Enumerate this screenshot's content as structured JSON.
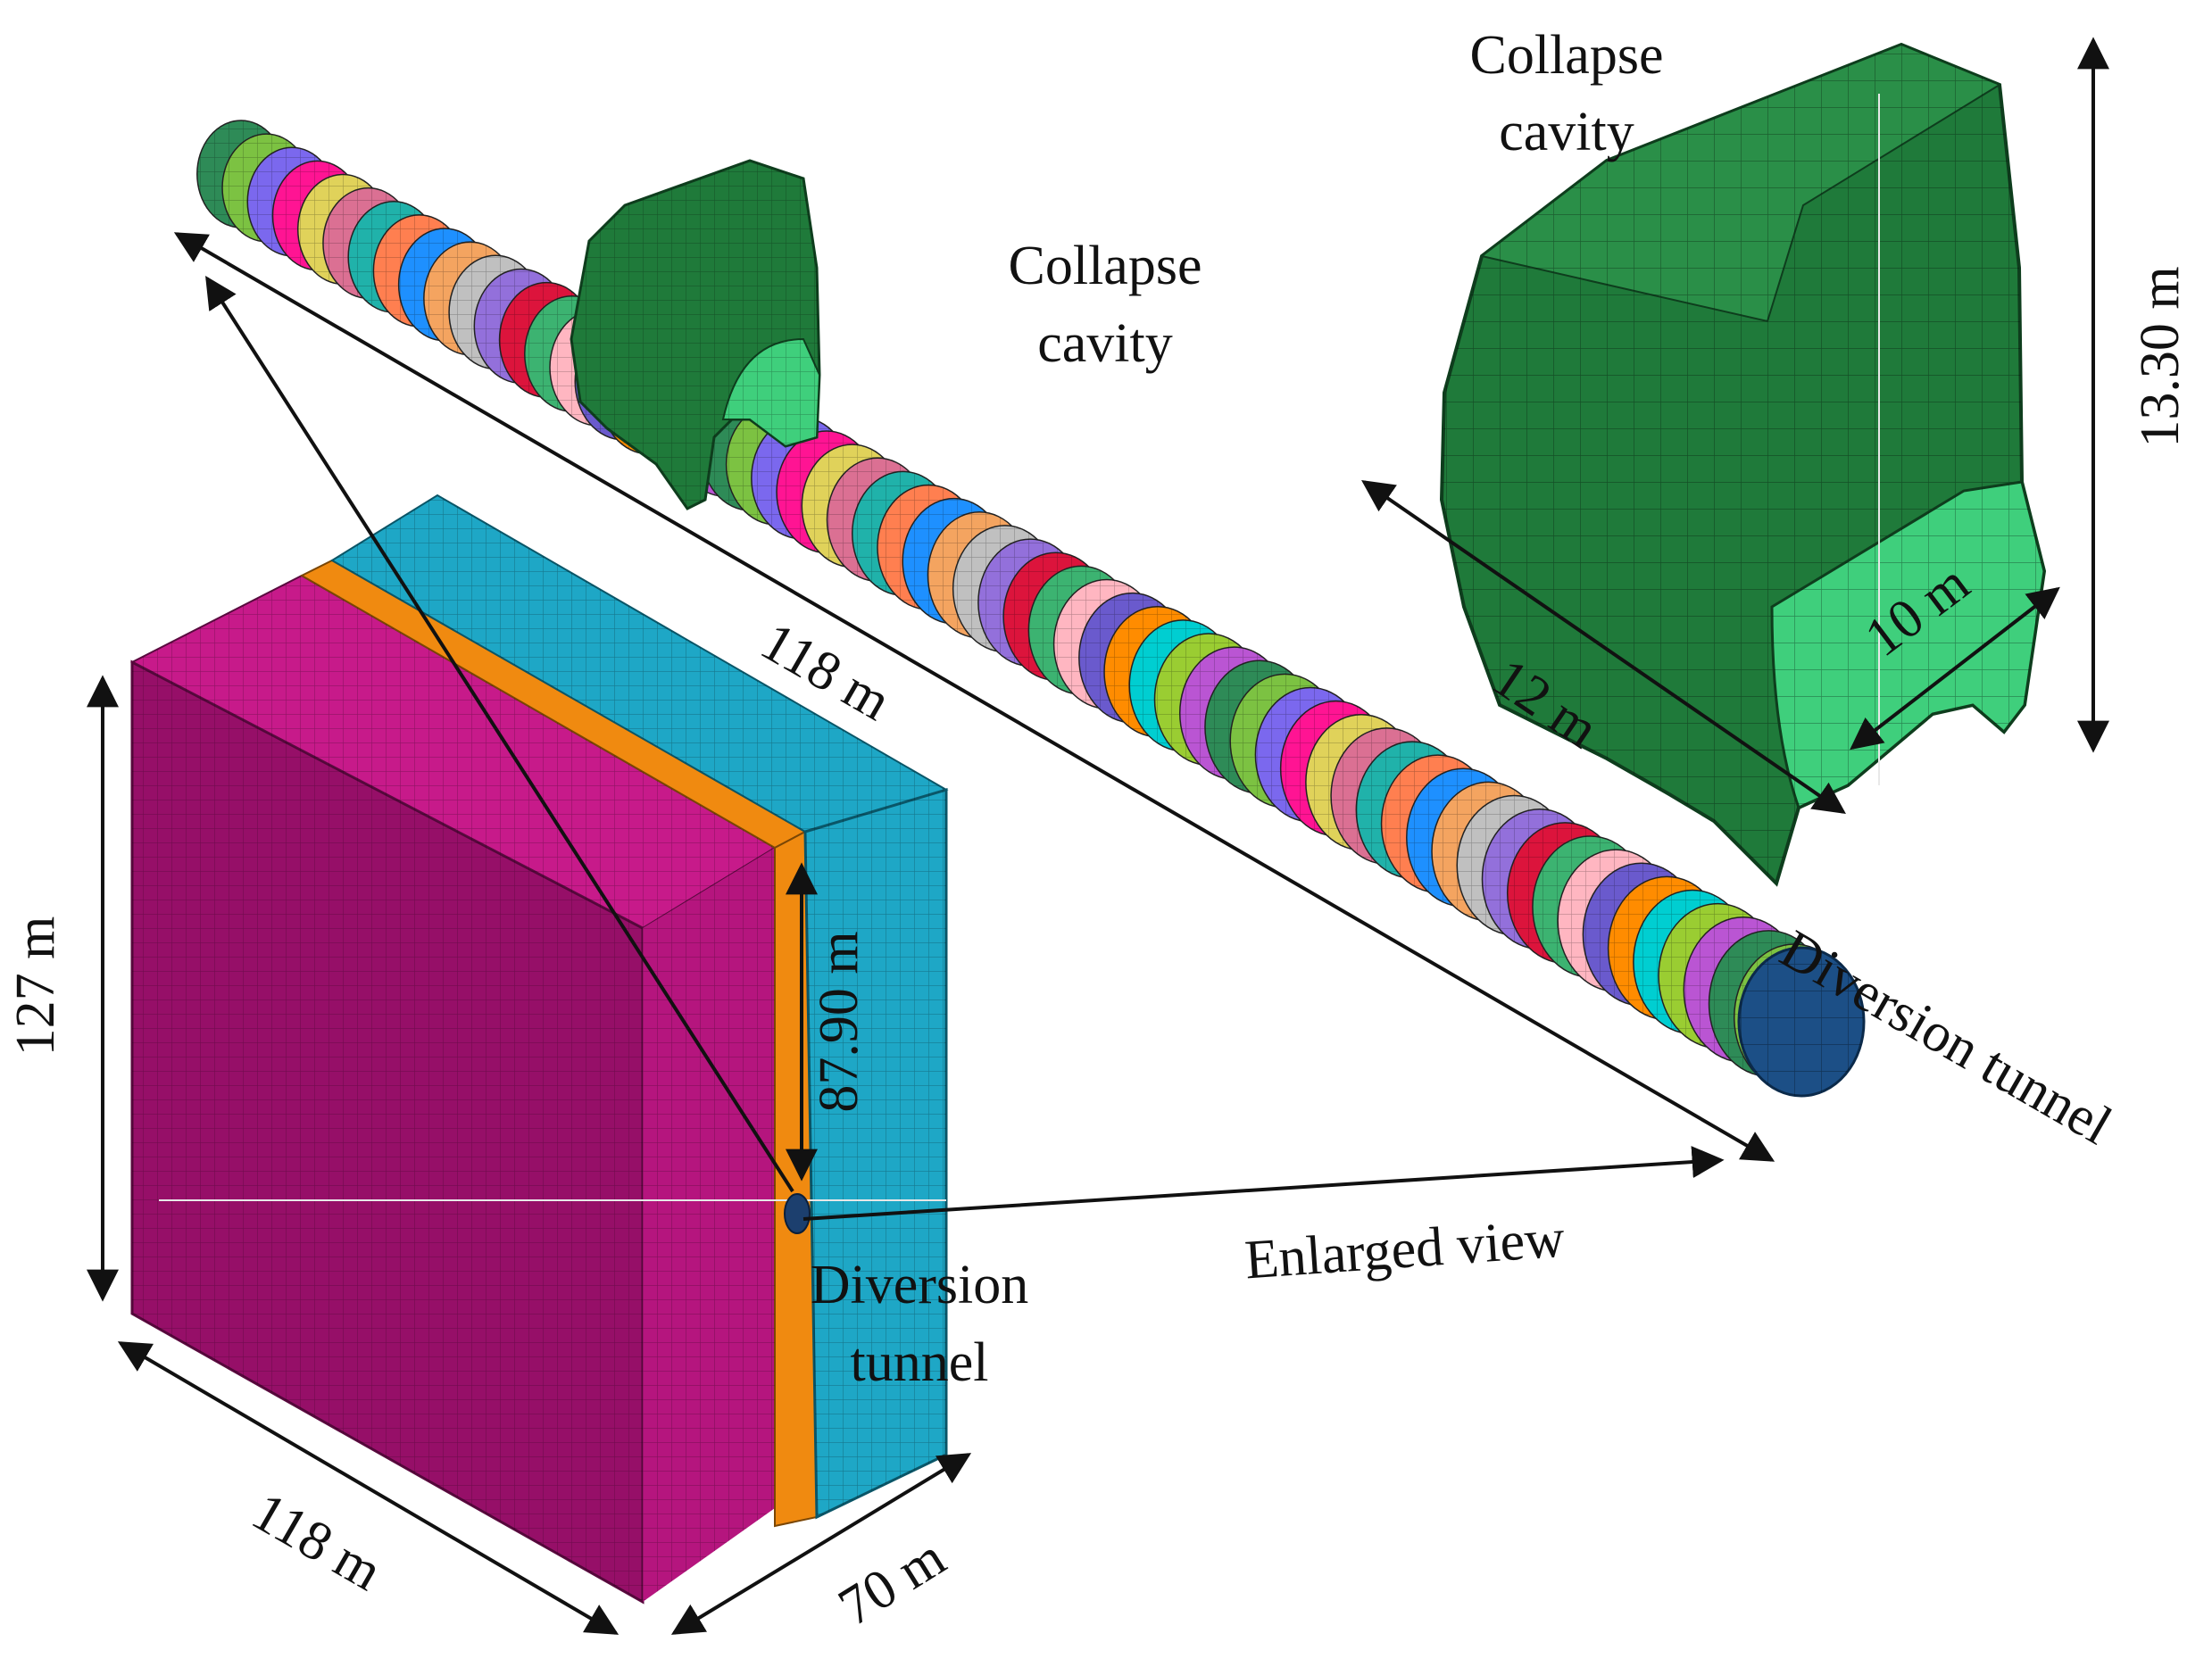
{
  "labels": {
    "collapse_cavity_top_line1": "Collapse",
    "collapse_cavity_top_line2": "cavity",
    "collapse_cavity_mid_line1": "Collapse",
    "collapse_cavity_mid_line2": "cavity",
    "diversion_tunnel_right": "Diversion tunnel",
    "diversion_tunnel_block_line1": "Diversion",
    "diversion_tunnel_block_line2": "tunnel",
    "enlarged_view": "Enlarged view"
  },
  "dimensions": {
    "tunnel_length": "118 m",
    "block_height": "127 m",
    "block_length": "118 m",
    "block_width": "70 m",
    "tunnel_depth": "87.90 m",
    "cavity_height": "13.30 m",
    "cavity_length": "12 m",
    "cavity_width": "10 m"
  },
  "colors": {
    "block_front": "#b5157e",
    "block_top_magenta": "#c71a8a",
    "block_orange": "#f08a10",
    "block_cyan": "#1ea7c6",
    "cavity_dark_green": "#1f7a3a",
    "cavity_light_green": "#3fcf7c",
    "tunnel_end": "#1c4f86",
    "tunnel_ring_palette": [
      "#2e8b57",
      "#7cc242",
      "#7b68ee",
      "#ff1493",
      "#e0d25a",
      "#db7093",
      "#20b2aa",
      "#ff7f50",
      "#1e90ff",
      "#f4a460",
      "#c0c0c0",
      "#9370db",
      "#dc143c",
      "#3cb371",
      "#ffb6c1",
      "#6a5acd",
      "#ff8c00",
      "#00ced1",
      "#9acd32",
      "#ba55d3"
    ]
  }
}
